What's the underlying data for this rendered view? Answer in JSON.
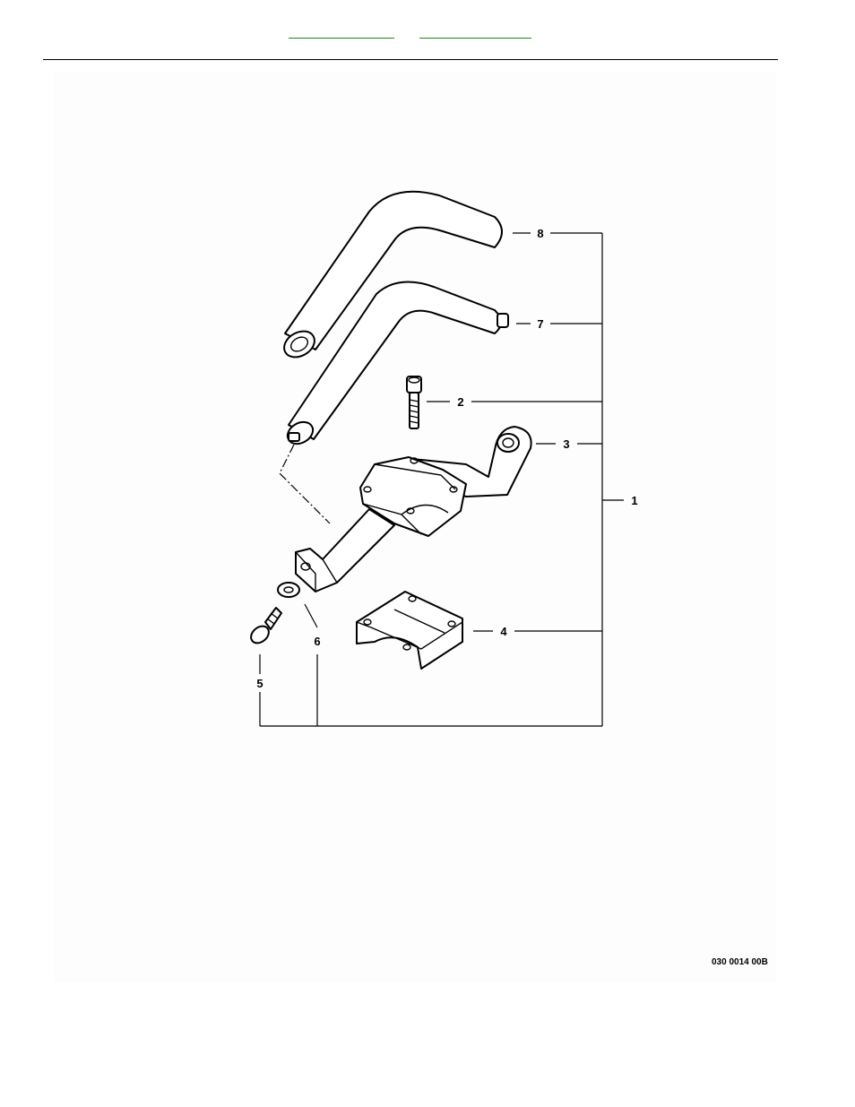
{
  "nav": {
    "prev_label": "",
    "next_label": ""
  },
  "diagram": {
    "callouts": [
      {
        "id": "callout-8",
        "label": "8"
      },
      {
        "id": "callout-7",
        "label": "7"
      },
      {
        "id": "callout-2",
        "label": "2"
      },
      {
        "id": "callout-3",
        "label": "3"
      },
      {
        "id": "callout-1",
        "label": "1"
      },
      {
        "id": "callout-4",
        "label": "4"
      },
      {
        "id": "callout-6",
        "label": "6"
      },
      {
        "id": "callout-5",
        "label": "5"
      }
    ],
    "reference_code": "030 0014 00B"
  }
}
